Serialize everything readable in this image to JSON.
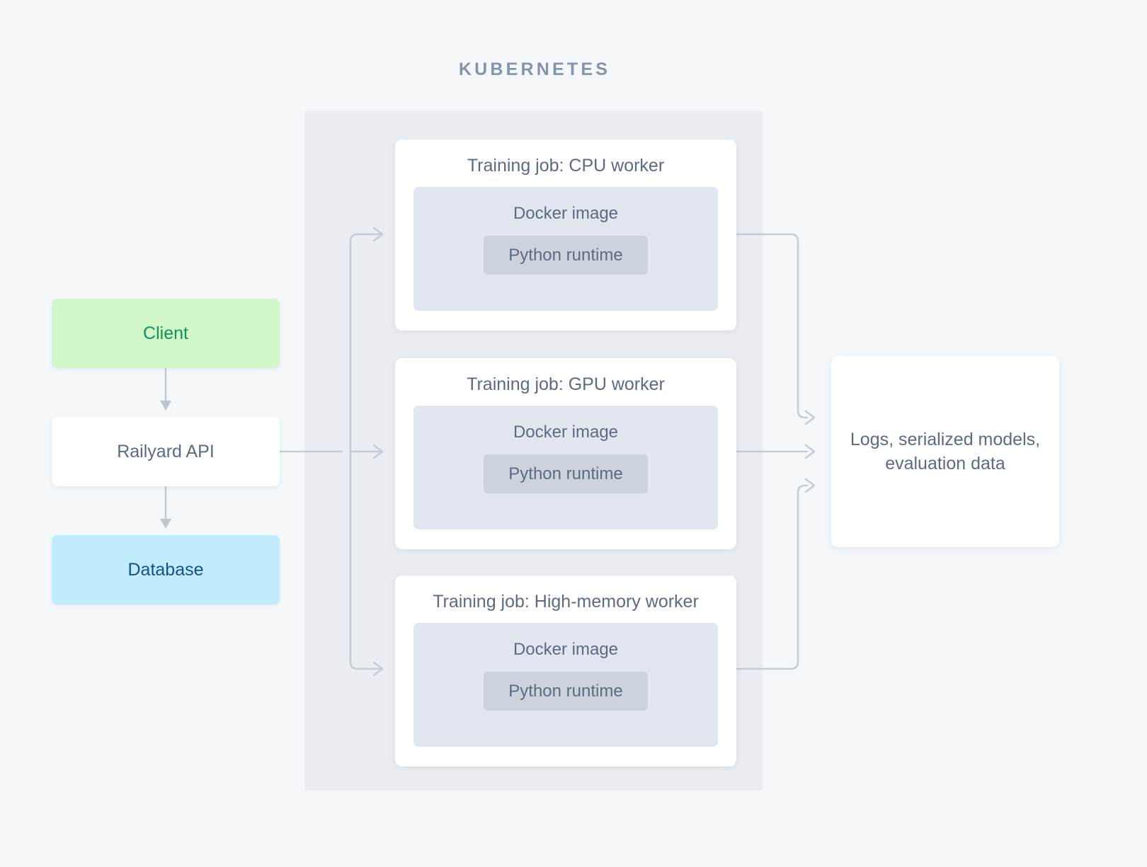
{
  "diagram": {
    "section_title": "KUBERNETES",
    "background_color": "#f4f8fb",
    "container_color": "#eaedf1",
    "connector_color": "#c3cdd8"
  },
  "left_column": {
    "client": {
      "label": "Client",
      "fill": "#d2f7c9",
      "text_color": "#14915c"
    },
    "api": {
      "label": "Railyard API",
      "fill": "#ffffff",
      "text_color": "#5b6b84"
    },
    "database": {
      "label": "Database",
      "fill": "#c0ecfb",
      "text_color": "#15508f"
    }
  },
  "jobs": [
    {
      "title": "Training job: CPU worker",
      "docker_label": "Docker image",
      "runtime_label": "Python runtime"
    },
    {
      "title": "Training job: GPU worker",
      "docker_label": "Docker image",
      "runtime_label": "Python runtime"
    },
    {
      "title": "Training job: High-memory worker",
      "docker_label": "Docker image",
      "runtime_label": "Python runtime"
    }
  ],
  "output": {
    "line1": "Logs, serialized models,",
    "line2": "evaluation data",
    "fill": "#ffffff",
    "text_color": "#5b6b84"
  }
}
